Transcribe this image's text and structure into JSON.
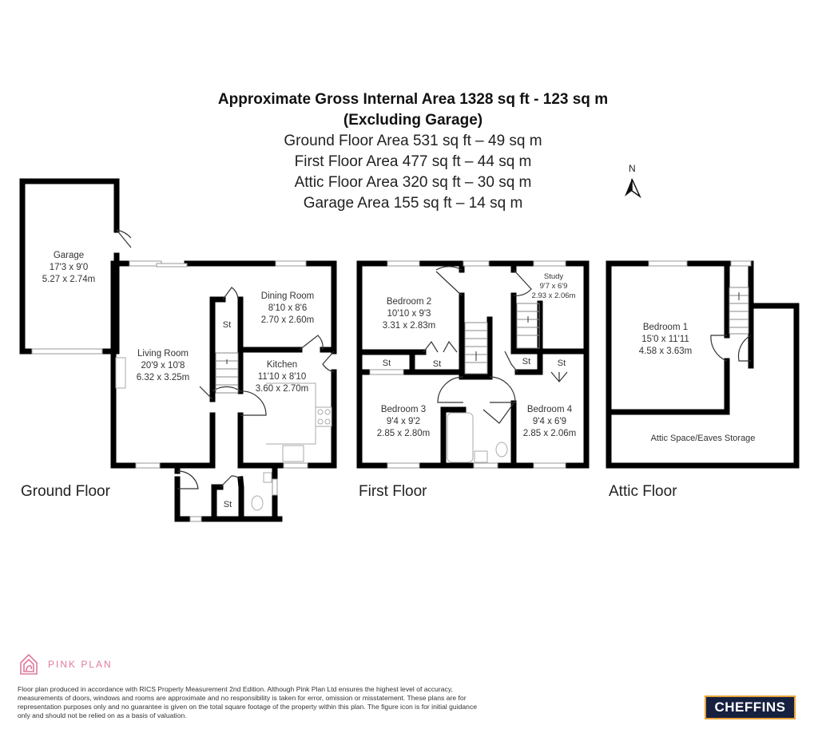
{
  "header": {
    "title_line1": "Approximate Gross Internal Area 1328 sq ft - 123 sq m",
    "title_line2": "(Excluding Garage)",
    "areas": [
      "Ground Floor Area 531 sq ft – 49 sq m",
      "First Floor Area 477 sq ft – 44 sq m",
      "Attic Floor Area 320 sq ft – 30 sq m",
      "Garage Area 155 sq ft – 14 sq m"
    ]
  },
  "compass": {
    "label": "N",
    "icon": "north-arrow-icon"
  },
  "floors": {
    "ground": {
      "label": "Ground Floor",
      "rooms": [
        {
          "name": "Garage",
          "imperial": "17'3 x 9'0",
          "metric": "5.27 x 2.74m"
        },
        {
          "name": "Living Room",
          "imperial": "20'9 x 10'8",
          "metric": "6.32 x 3.25m"
        },
        {
          "name": "Dining Room",
          "imperial": "8'10 x 8'6",
          "metric": "2.70 x 2.60m"
        },
        {
          "name": "Kitchen",
          "imperial": "11'10 x 8'10",
          "metric": "3.60 x 2.70m"
        }
      ],
      "stores": [
        "St",
        "St"
      ]
    },
    "first": {
      "label": "First Floor",
      "rooms": [
        {
          "name": "Bedroom 2",
          "imperial": "10'10 x 9'3",
          "metric": "3.31 x 2.83m"
        },
        {
          "name": "Study",
          "imperial": "9'7 x 6'9",
          "metric": "2.93 x 2.06m"
        },
        {
          "name": "Bedroom 3",
          "imperial": "9'4 x 9'2",
          "metric": "2.85 x 2.80m"
        },
        {
          "name": "Bedroom 4",
          "imperial": "9'4 x 6'9",
          "metric": "2.85 x 2.06m"
        }
      ],
      "stores": [
        "St",
        "St",
        "St",
        "St"
      ]
    },
    "attic": {
      "label": "Attic Floor",
      "rooms": [
        {
          "name": "Bedroom 1",
          "imperial": "15'0 x 11'11",
          "metric": "4.58 x 3.63m"
        }
      ],
      "storage": "Attic Space/Eaves Storage"
    }
  },
  "footer": {
    "brand": "PINK PLAN",
    "brand_color": "#e07a9a",
    "disclaimer": "Floor plan produced in accordance with RICS Property Measurement 2nd Edition. Although Pink Plan Ltd ensures the highest level of accuracy, measurements of doors, windows and rooms are approximate and no responsibility is taken for error, omission or misstatement. These plans are for representation purposes only and no guarantee is given on the total square footage of the property within this plan. The figure icon is for initial guidance only and should not be relied on as a basis of valuation.",
    "agent_logo": "CHEFFINS",
    "agent_bg": "#16203f",
    "agent_border": "#e8a23a"
  }
}
